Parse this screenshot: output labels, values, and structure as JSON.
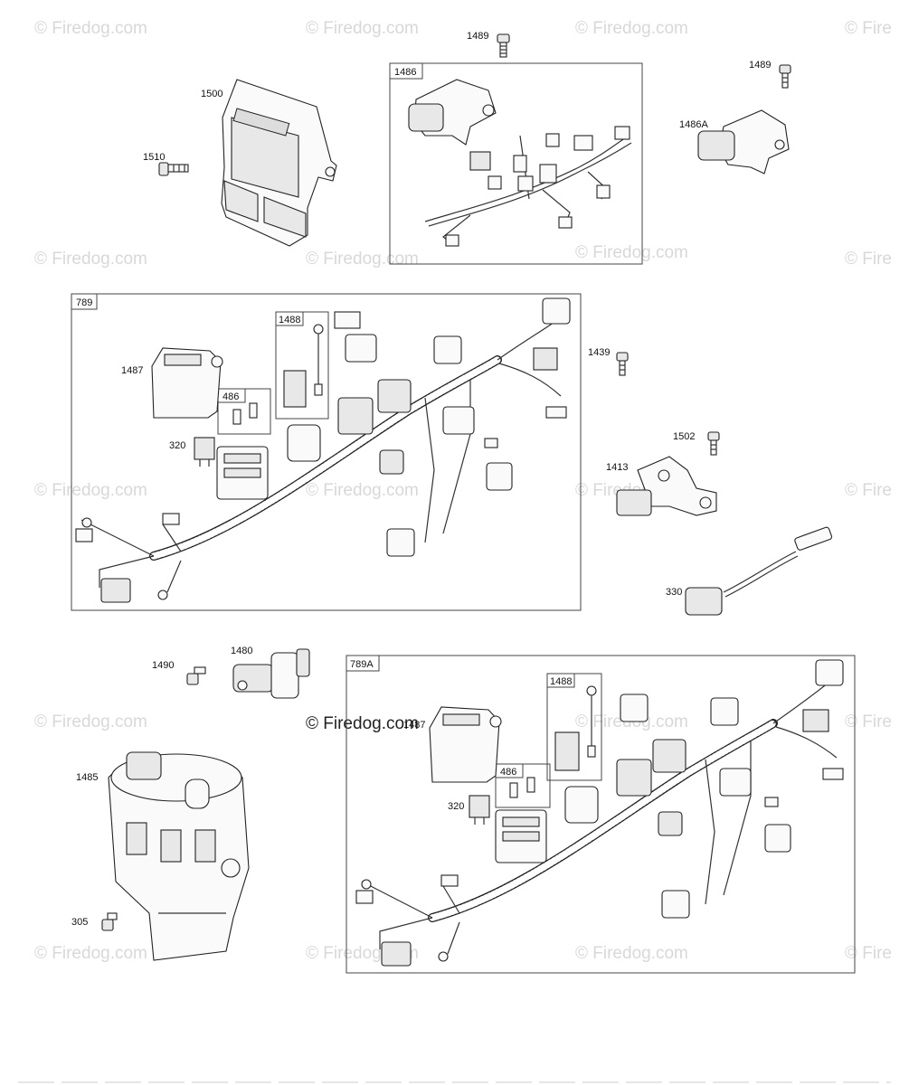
{
  "watermarks": {
    "text": "© Firedog.com",
    "center_text": "© Firedog.com",
    "edge_text": "© Fire"
  },
  "callouts": {
    "c1489a": "1489",
    "c1500": "1500",
    "c1510": "1510",
    "c1486box": "1486",
    "c1489b": "1489",
    "c1486A": "1486A",
    "c789box": "789",
    "c1488": "1488",
    "c1487": "1487",
    "c486": "486",
    "c320": "320",
    "c1439": "1439",
    "c1502": "1502",
    "c1413": "1413",
    "c330": "330",
    "c1490": "1490",
    "c1480": "1480",
    "c789Abox": "789A",
    "c1488b": "1488",
    "c1487b": "1487",
    "c486b": "486",
    "c320b": "320",
    "c1485": "1485",
    "c305": "305"
  }
}
